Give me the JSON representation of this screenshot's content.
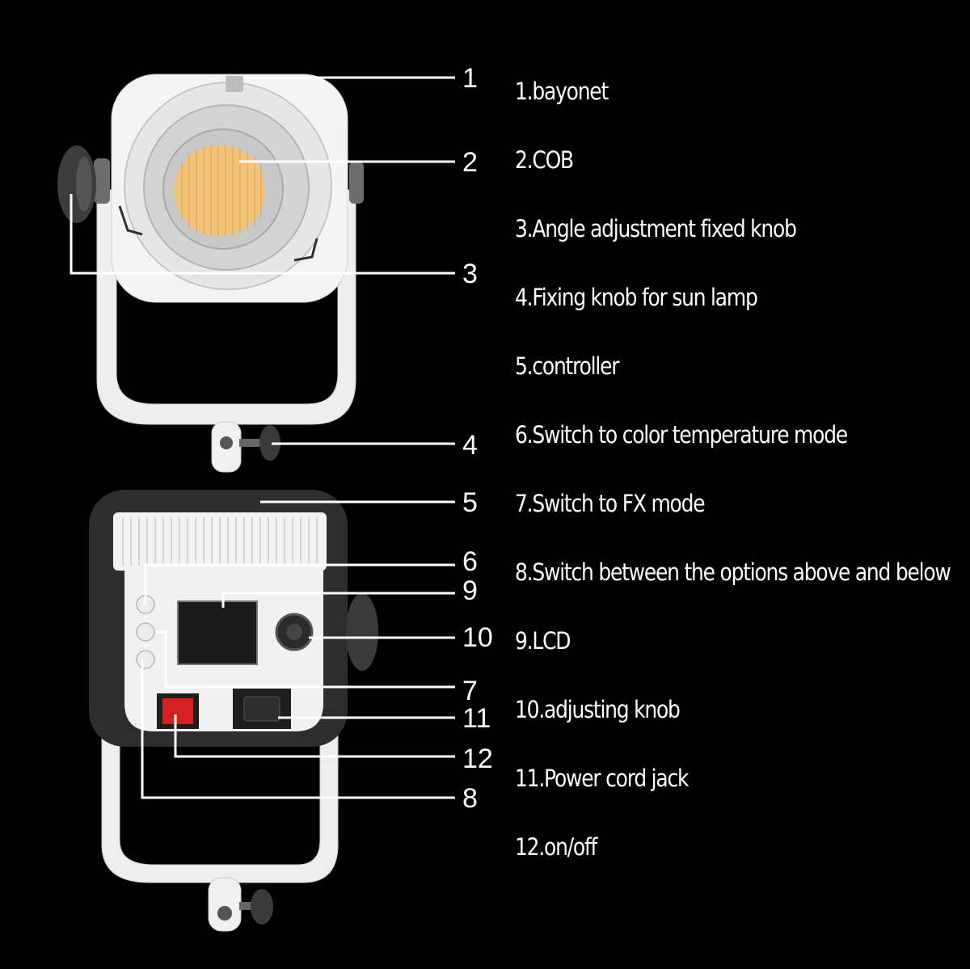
{
  "callouts": [
    "1",
    "2",
    "3",
    "4",
    "5",
    "6",
    "9",
    "10",
    "7",
    "11",
    "12",
    "8"
  ],
  "legend": [
    "1.bayonet",
    "2.COB",
    "3.Angle adjustment fixed knob",
    "4.Fixing knob for sun lamp",
    "5.controller",
    "6.Switch to color temperature mode",
    "7.Switch to FX mode",
    "8.Switch between the options above and below",
    "9.LCD",
    "10.adjusting knob",
    "11.Power cord jack",
    "12.on/off"
  ],
  "colors": {
    "background": "#000000",
    "text": "#ffffff",
    "housing": "#f2f2f2",
    "cob": "#f3c57a",
    "switch": "#d42020"
  }
}
